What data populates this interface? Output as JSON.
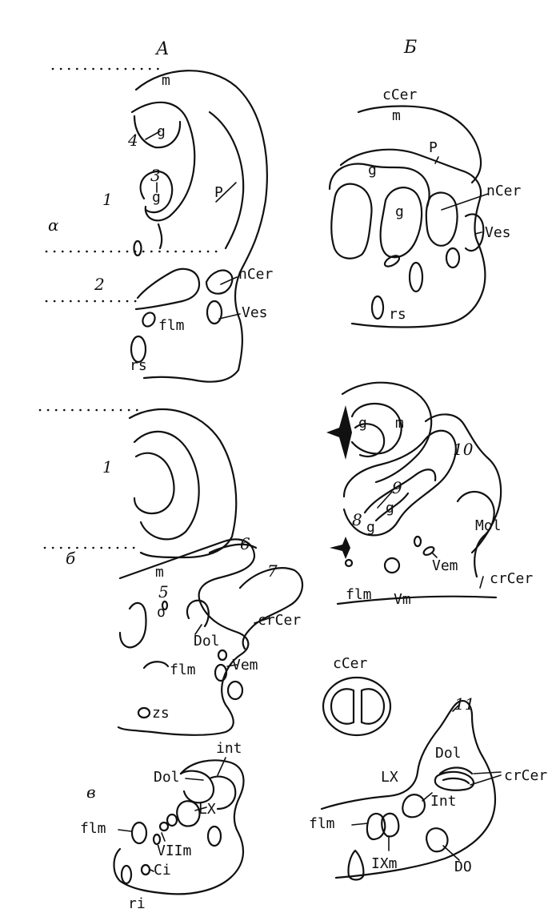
{
  "panel_labels": {
    "a": "А",
    "b": "Б"
  },
  "section_labels": {
    "alpha": "α",
    "beta": "б",
    "gamma": "в"
  },
  "numbers": {
    "n1_top": "1",
    "n2": "2",
    "n3": "3",
    "n4": "4",
    "n1_mid": "1",
    "n5": "5",
    "n6": "6",
    "n7": "7",
    "n8": "8",
    "n9": "9",
    "n10": "10",
    "n11": "11"
  },
  "labels_A_alpha": {
    "m": "m",
    "g4": "g",
    "g3": "g",
    "P": "P",
    "nCer": "nCer",
    "Ves": "Ves",
    "flm": "flm",
    "rs": "rs"
  },
  "labels_A_beta": {
    "m": "m",
    "o": "o",
    "Dol": "Dol",
    "crCer": "crCer",
    "flm": "flm",
    "Vem": "Vem",
    "zs": "zs"
  },
  "labels_A_gamma": {
    "int": "int",
    "Dol": "Dol",
    "LX": "LX",
    "flm": "flm",
    "VIIm": "VIIm",
    "Ci": "Ci",
    "ri": "ri"
  },
  "labels_B_top": {
    "cCer": "cCer",
    "m": "m",
    "P": "P",
    "g1": "g",
    "g2": "g",
    "nCer": "nCer",
    "Ves": "Ves",
    "rs": "rs"
  },
  "labels_B_mid": {
    "g1": "g",
    "m": "m",
    "g2": "g",
    "g3": "g",
    "Mol": "Mol",
    "flm": "flm",
    "Vm": "Vm",
    "Vem": "Vem",
    "crCer": "crCer"
  },
  "labels_B_bottom": {
    "cCer": "cCer",
    "Dol": "Dol",
    "crCer": "crCer",
    "LX": "LX",
    "Int": "Int",
    "flm": "flm",
    "IXm": "IXm",
    "DO": "DO"
  }
}
